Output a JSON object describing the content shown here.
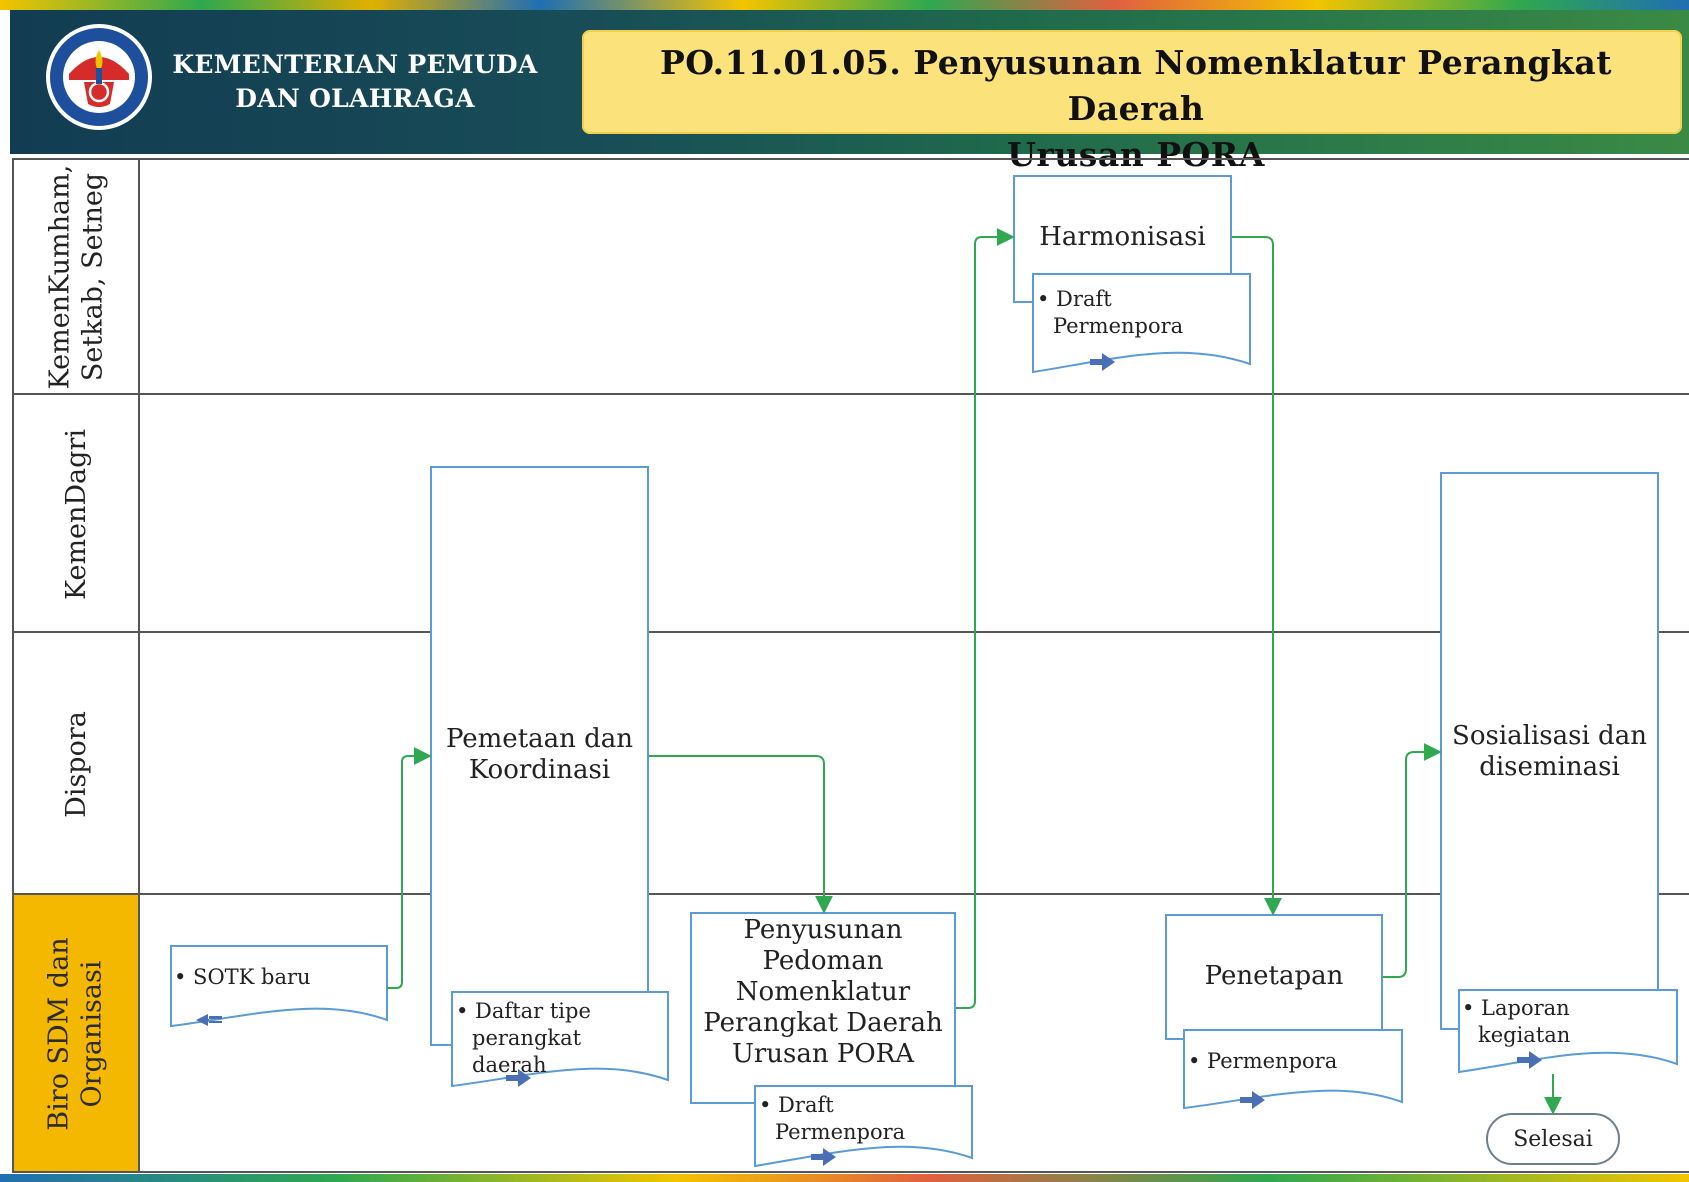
{
  "header": {
    "org_line1": "KEMENTERIAN PEMUDA",
    "org_line2": "DAN OLAHRAGA",
    "title_line1": "PO.11.01.05.  Penyusunan Nomenklatur Perangkat Daerah",
    "title_line2": "Urusan PORA",
    "logo_icon": "kemenpora-logo",
    "title_box_color": "#fbe27a",
    "header_color": "#184d57"
  },
  "lanes": [
    {
      "line1": "KemenKumham,",
      "line2": "Setkab, Setneg"
    },
    {
      "line1": "KemenDagri",
      "line2": ""
    },
    {
      "line1": "Dispora",
      "line2": ""
    },
    {
      "line1": "Biro SDM dan",
      "line2": "Organisasi",
      "color": "#f5b800"
    }
  ],
  "processes": [
    {
      "lines": [
        "Pemetaan dan",
        "Koordinasi"
      ]
    },
    {
      "lines": [
        "Penyusunan",
        "Pedoman",
        "Nomenklatur",
        "Perangkat Daerah",
        "Urusan PORA"
      ]
    },
    {
      "lines": [
        "Harmonisasi"
      ]
    },
    {
      "lines": [
        "Penetapan"
      ]
    },
    {
      "lines": [
        "Sosialisasi dan",
        "diseminasi"
      ]
    }
  ],
  "documents": [
    {
      "lines": [
        "• SOTK baru"
      ],
      "arrow": "arrow-left-icon"
    },
    {
      "lines": [
        "• Daftar tipe",
        "perangkat",
        "daerah"
      ],
      "arrow": "arrow-right-icon"
    },
    {
      "lines": [
        "• Draft",
        "Permenpora"
      ],
      "arrow": "arrow-right-icon"
    },
    {
      "lines": [
        "• Draft",
        "Permenpora"
      ],
      "arrow": "arrow-right-icon"
    },
    {
      "lines": [
        "• Permenpora"
      ],
      "arrow": "arrow-right-icon"
    },
    {
      "lines": [
        "• Laporan",
        "kegiatan"
      ],
      "arrow": "arrow-right-icon"
    }
  ],
  "terminator": {
    "label": "Selesai"
  },
  "colors": {
    "connector": "#2fa84f",
    "shape_border": "#5b9bd5",
    "doc_arrow": "#4a6fb5"
  }
}
